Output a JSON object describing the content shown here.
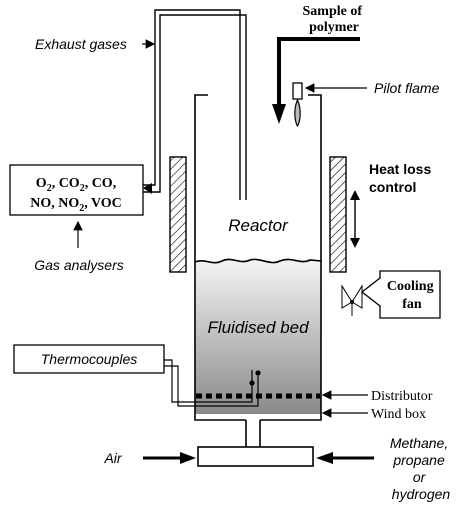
{
  "labels": {
    "sample_of_polymer_line1": "Sample of",
    "sample_of_polymer_line2": "polymer",
    "exhaust_gases": "Exhaust gases",
    "pilot_flame": "Pilot flame",
    "heat_loss_control_line1": "Heat loss",
    "heat_loss_control_line2": "control",
    "reactor": "Reactor",
    "gas_analysers": "Gas analysers",
    "cooling_fan_line1": "Cooling",
    "cooling_fan_line2": "fan",
    "fluidised_bed": "Fluidised bed",
    "thermocouples": "Thermocouples",
    "distributor": "Distributor",
    "wind_box": "Wind box",
    "air": "Air",
    "methane_line1": "Methane,",
    "methane_line2": "propane",
    "methane_line3": "or",
    "methane_line4": "hydrogen"
  },
  "analyser_box": {
    "line1": {
      "o2": "O",
      "o2_sub": "2",
      "sep1": ", CO",
      "co2_sub": "2",
      "rest": ", CO,"
    },
    "line2": {
      "no": "NO, NO",
      "no2_sub": "2",
      "rest": ", VOC"
    }
  },
  "colors": {
    "bed_gradient_top": "#ffffff",
    "bed_gradient_bottom": "#8c8c8c",
    "line": "#000000"
  }
}
